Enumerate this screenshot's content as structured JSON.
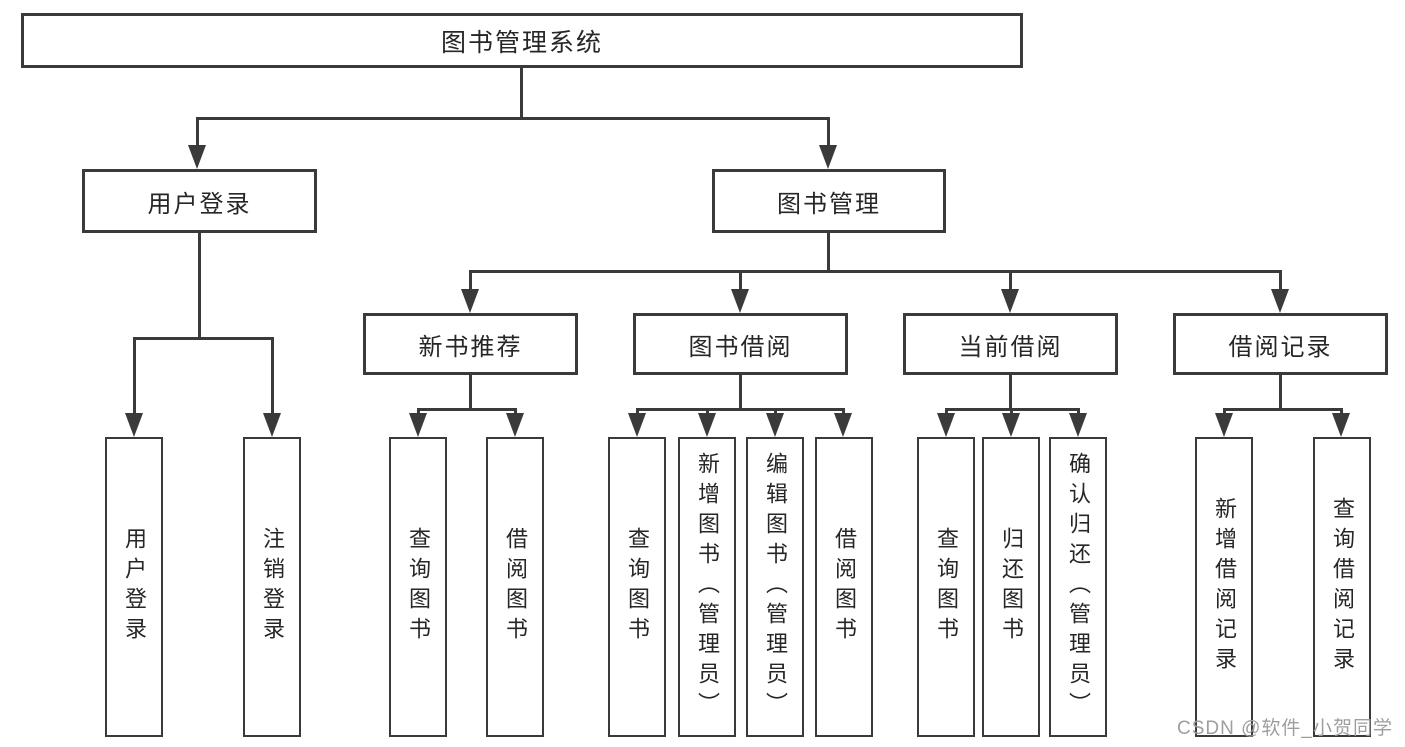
{
  "diagram": {
    "type": "hierarchy-tree",
    "title": "图书管理系统",
    "nodes": {
      "root": "图书管理系统",
      "user_login": "用户登录",
      "book_mgmt": "图书管理",
      "new_book": "新书推荐",
      "book_borrow": "图书借阅",
      "current_borrow": "当前借阅",
      "borrow_record": "借阅记录",
      "leaf_login": "用户登录",
      "leaf_logout": "注销登录",
      "leaf_nb_query": "查询图书",
      "leaf_nb_borrow": "借阅图书",
      "leaf_bb_query": "查询图书",
      "leaf_bb_add": "新增图书（管理员）",
      "leaf_bb_edit": "编辑图书（管理员）",
      "leaf_bb_borrow": "借阅图书",
      "leaf_cb_query": "查询图书",
      "leaf_cb_return": "归还图书",
      "leaf_cb_confirm": "确认归还（管理员）",
      "leaf_br_add": "新增借阅记录",
      "leaf_br_query": "查询借阅记录"
    },
    "edges": [
      {
        "from": "图书管理系统",
        "to": [
          "用户登录",
          "图书管理"
        ]
      },
      {
        "from": "用户登录",
        "to": [
          "用户登录",
          "注销登录"
        ]
      },
      {
        "from": "图书管理",
        "to": [
          "新书推荐",
          "图书借阅",
          "当前借阅",
          "借阅记录"
        ]
      },
      {
        "from": "新书推荐",
        "to": [
          "查询图书",
          "借阅图书"
        ]
      },
      {
        "from": "图书借阅",
        "to": [
          "查询图书",
          "新增图书（管理员）",
          "编辑图书（管理员）",
          "借阅图书"
        ]
      },
      {
        "from": "当前借阅",
        "to": [
          "查询图书",
          "归还图书",
          "确认归还（管理员）"
        ]
      },
      {
        "from": "借阅记录",
        "to": [
          "新增借阅记录",
          "查询借阅记录"
        ]
      }
    ],
    "colors": {
      "line": "#3a3a3a",
      "text": "#262626",
      "background": "#ffffff",
      "watermark": "#9e9e9e"
    }
  },
  "watermark": "CSDN @软件_小贺同学"
}
